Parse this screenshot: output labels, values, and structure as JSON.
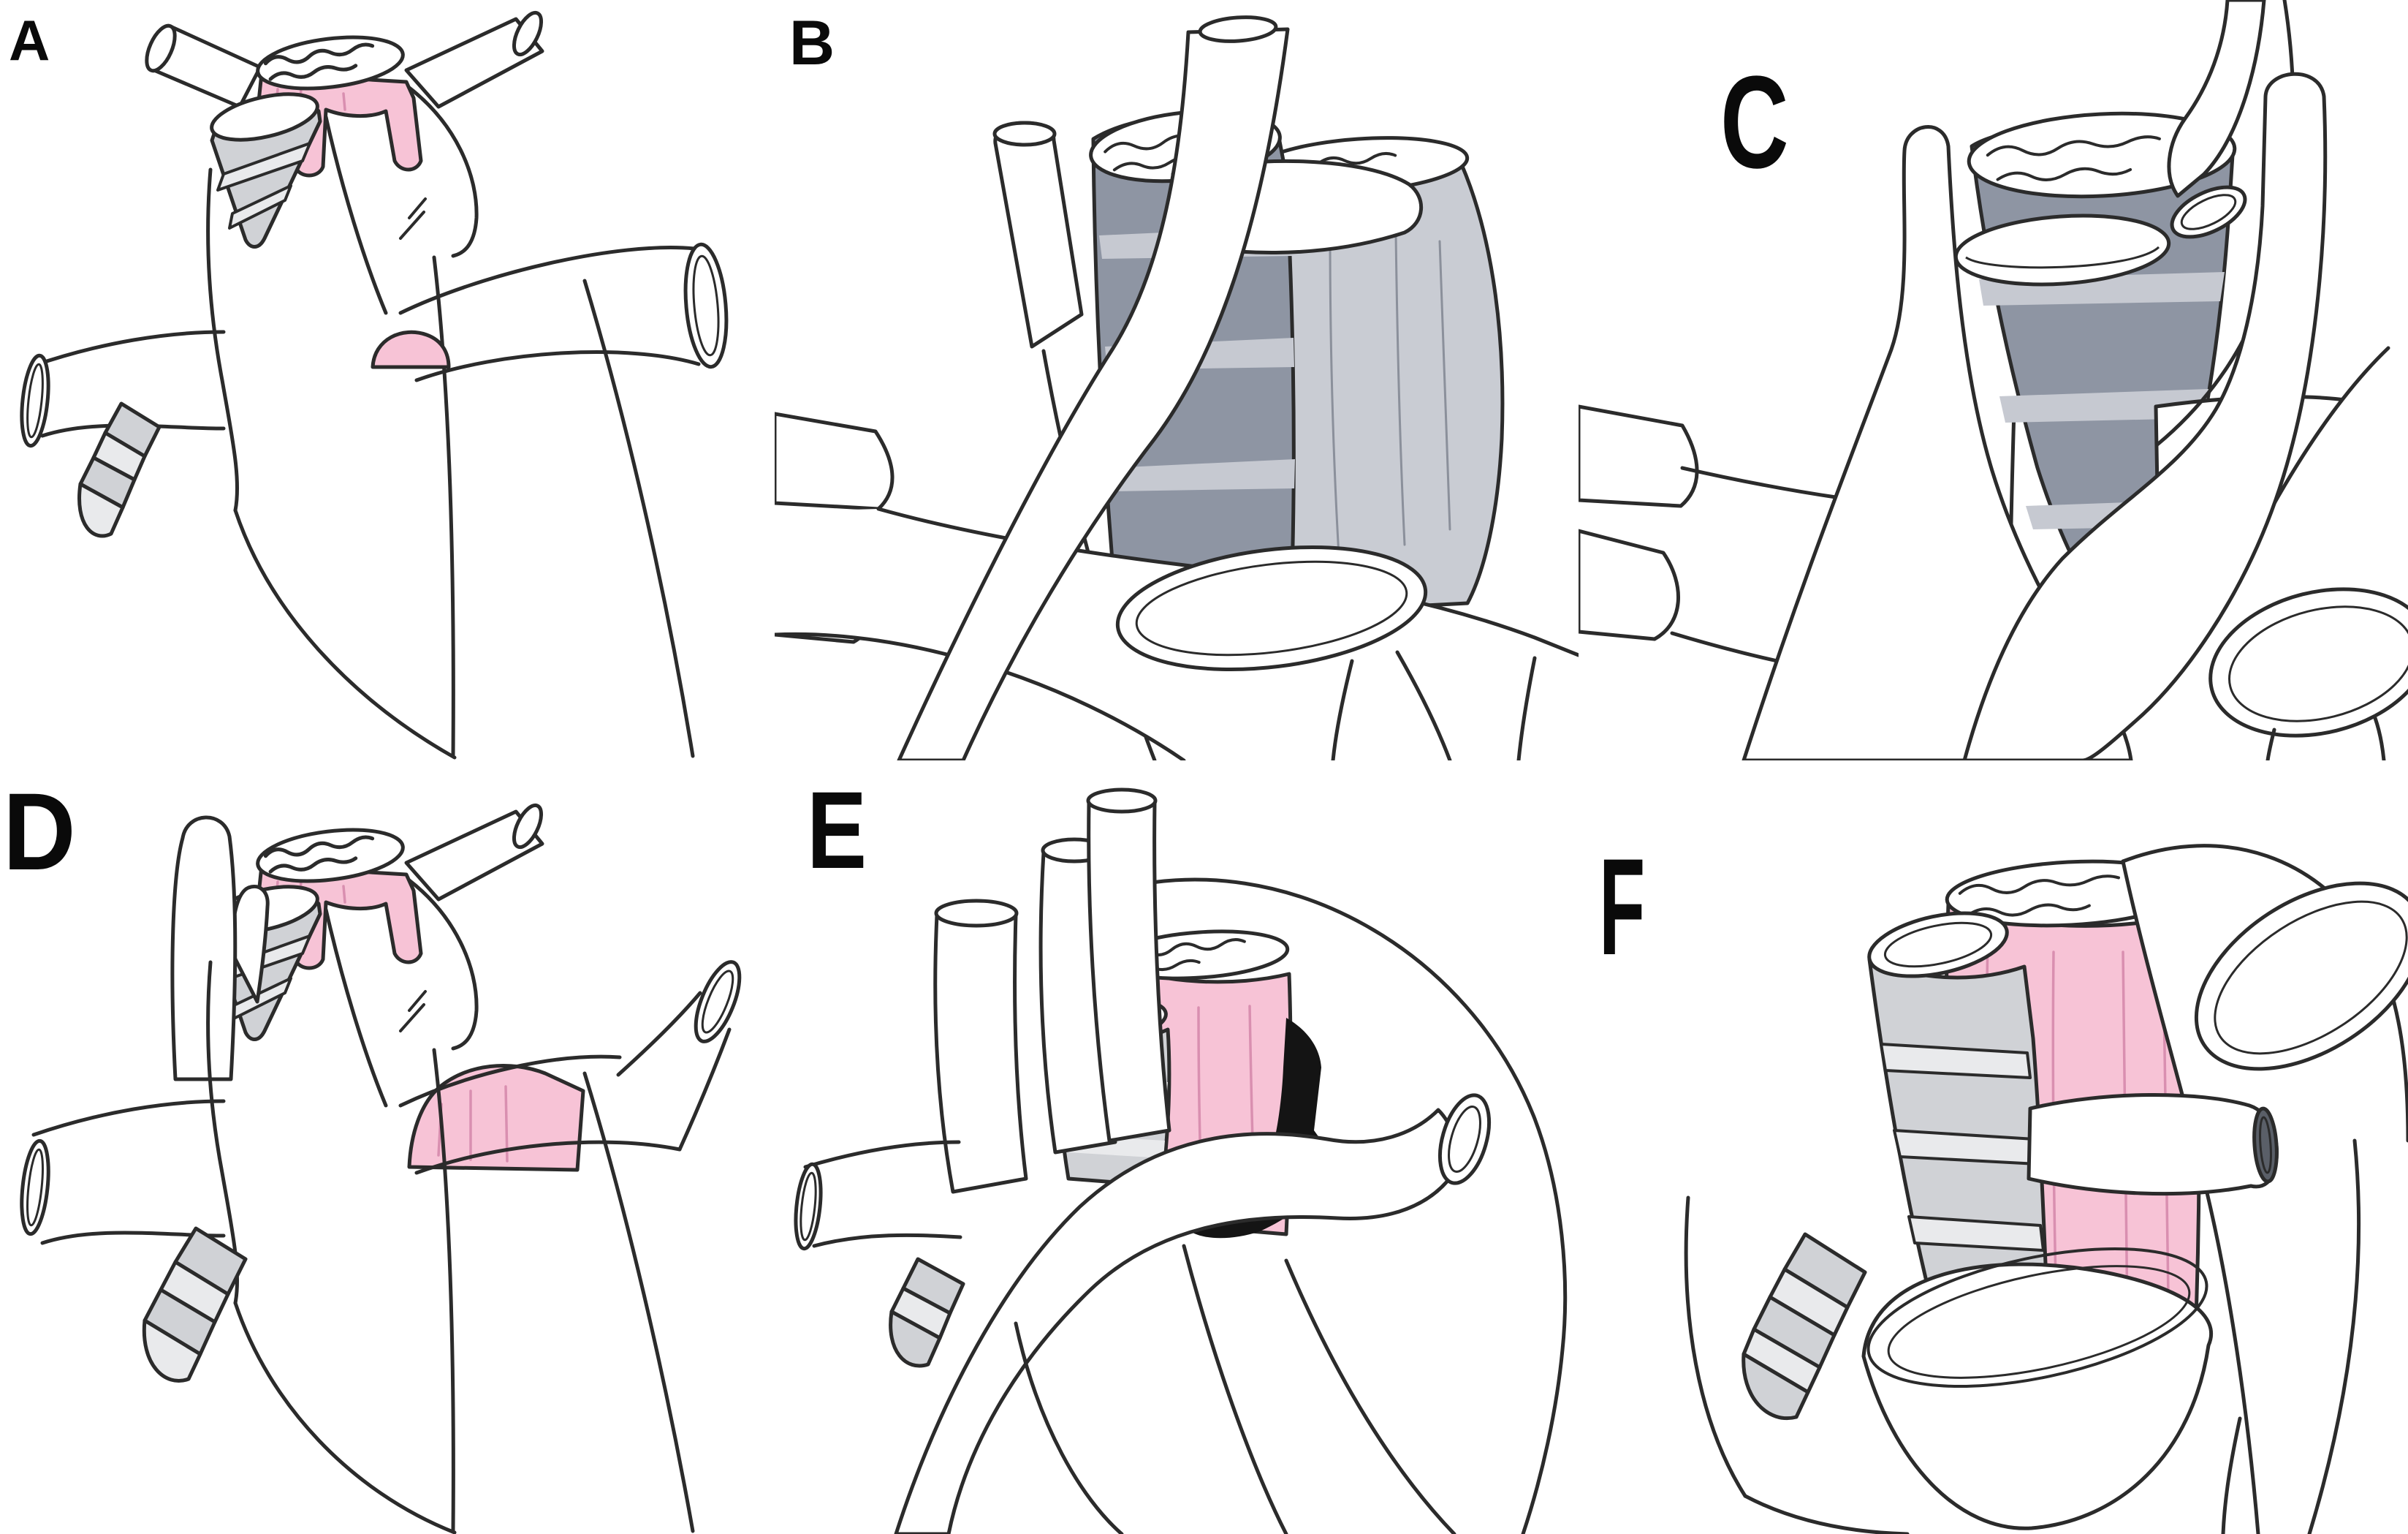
{
  "figure": {
    "type": "medical-line-illustration",
    "background": "#ffffff",
    "colors": {
      "outline": "#2b2b2b",
      "esophagus_pink": "#f7c3d6",
      "esophagus_streak": "#d98fb0",
      "trachea_ring_gray": "#d0d2d6",
      "trachea_ring_light": "#e9eaec",
      "trachea_dark_slate": "#8e95a3",
      "trachea_dark_light": "#c6c9d1",
      "esophagus_muscle_gray": "#c9ccd3",
      "gap_shadow_black": "#141414"
    },
    "panels": [
      {
        "label": "A",
        "name": "panel-a",
        "structures": [
          "esophagus-cut-pink",
          "trachea-stump-gray",
          "heart",
          "aortic-arch",
          "left-pulmonary-artery-stump",
          "bronchial-ring-stump",
          "right-vessel-cut-opening",
          "upper-vessel-stumps"
        ]
      },
      {
        "label": "B",
        "name": "panel-b",
        "structures": [
          "trachea-dark-ringed",
          "esophagus-muscular-gray",
          "innominate-vessel",
          "carotid-stump",
          "right-branch-vessel",
          "aortic-arch",
          "large-cut-vessel-opening",
          "arch-branch-stubs"
        ]
      },
      {
        "label": "C",
        "name": "panel-c",
        "structures": [
          "trachea-dark-ringed",
          "esophagus-stump-opening",
          "branch-vessel-fork",
          "retroesophageal-vessel-cut-stump",
          "arch-branch-stubs",
          "right-pulmonary-artery-notch",
          "large-cut-vessel-opening"
        ]
      },
      {
        "label": "D",
        "name": "panel-d",
        "structures": [
          "esophagus-cut-pink",
          "trachea-stump-gray",
          "heart",
          "ascending-vessel-finger",
          "left-pulmonary-artery-stump",
          "bronchial-ring-stump",
          "esophagus-window-pink",
          "right-vessel-cut-opening"
        ]
      },
      {
        "label": "E",
        "name": "panel-e",
        "structures": [
          "arch-branch-tubes-cut",
          "heart-dome",
          "esophagus-cut-pink",
          "trachea-ringed-gray",
          "retroesophageal-gap-black",
          "left-pulmonary-artery-stump",
          "bronchial-ring-stump",
          "right-vessel-cut-opening"
        ]
      },
      {
        "label": "F",
        "name": "panel-f",
        "structures": [
          "esophagus-cut-pink",
          "trachea-ringed-gray",
          "large-aortic-cut-opening",
          "crossing-vessel-cut",
          "large-pulmonary-cut-opening",
          "bronchial-ring-stump",
          "heart-contour"
        ]
      }
    ]
  }
}
